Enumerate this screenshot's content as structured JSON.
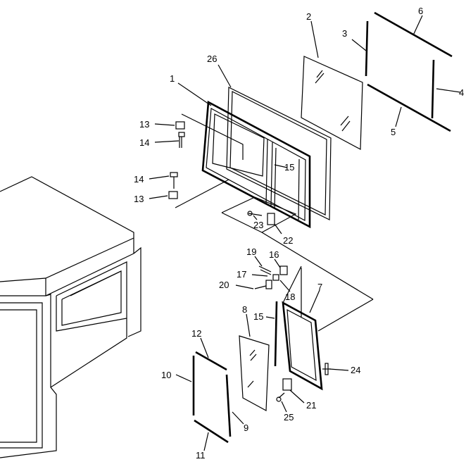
{
  "diagram": {
    "labels": {
      "p1": "1",
      "p2": "2",
      "p3": "3",
      "p4": "4",
      "p5": "5",
      "p6": "6",
      "p7": "7",
      "p8": "8",
      "p9": "9",
      "p10": "10",
      "p11": "11",
      "p12": "12",
      "p13a": "13",
      "p13b": "13",
      "p14a": "14",
      "p14b": "14",
      "p15a": "15",
      "p15b": "15",
      "p16": "16",
      "p17": "17",
      "p18": "18",
      "p19": "19",
      "p20": "20",
      "p21": "21",
      "p22": "22",
      "p23": "23",
      "p24": "24",
      "p25": "25",
      "p26": "26"
    }
  }
}
